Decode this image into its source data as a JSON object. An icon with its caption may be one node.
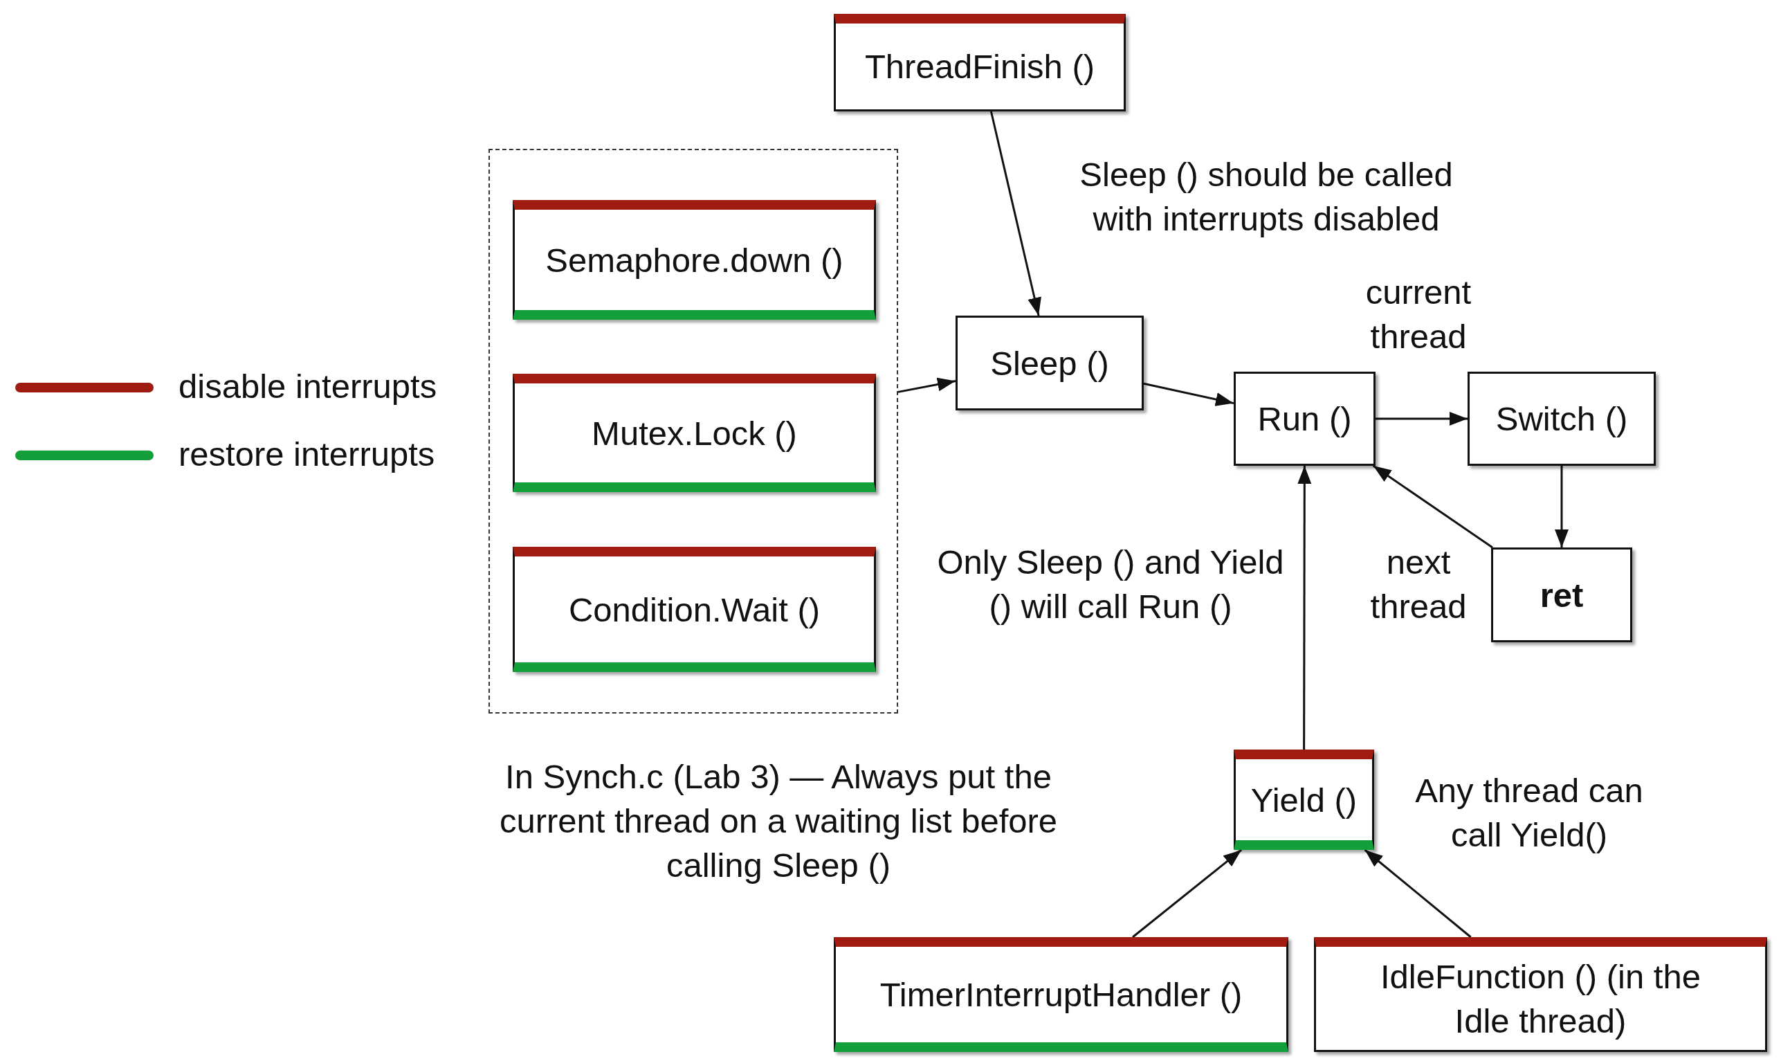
{
  "diagram": {
    "nodes": [
      {
        "text": [],
        "shape": "box"
      },
      {
        "text": [
          "Semaphore.down ()"
        ],
        "in": 0
      },
      {
        "text": [
          "Mutex.Lock ()"
        ],
        "in": 0
      },
      {
        "text": [
          "Condition.Wait ()"
        ],
        "in": 0
      },
      {
        "text": [
          "ThreadFinish ()"
        ]
      },
      {
        "text": [
          "Sleep ()"
        ]
      },
      {
        "text": [
          "Run ()"
        ]
      },
      {
        "text": [
          "Switch ()"
        ]
      },
      {
        "text": [
          "ret"
        ]
      },
      {
        "text": [
          "Yield ()"
        ]
      },
      {
        "text": [
          "TimerInterruptHandler ()"
        ]
      },
      {
        "text": [
          "IdleFunction () (in the Idle thread)"
        ]
      }
    ],
    "edges": [
      {
        "from": 4,
        "to": 5,
        "arrow": "to"
      },
      {
        "from": 0,
        "to": 5,
        "arrow": "to"
      },
      {
        "from": 5,
        "to": 6,
        "arrow": "to"
      },
      {
        "from": 6,
        "to": 7,
        "arrow": "to"
      },
      {
        "from": 7,
        "to": 8,
        "arrow": "to"
      },
      {
        "from": 8,
        "to": 6,
        "arrow": "to"
      },
      {
        "from": 9,
        "to": 6,
        "arrow": "to"
      },
      {
        "from": 10,
        "to": 9,
        "arrow": "to"
      },
      {
        "from": 11,
        "to": 9,
        "arrow": "to"
      }
    ],
    "labels": [
      "Sleep () should be called with interrupts disabled",
      "current thread",
      "next thread",
      "Only Sleep () and Yield () will call Run ()",
      "In Synch.c (Lab 3) — Always put the current thread on a waiting list before calling Sleep ()",
      "Any thread can call Yield()"
    ],
    "legend": [
      {
        "text": "disable interrupts",
        "color": "#a01c10"
      },
      {
        "text": "restore interrupts",
        "color": "#13a03a"
      }
    ]
  }
}
